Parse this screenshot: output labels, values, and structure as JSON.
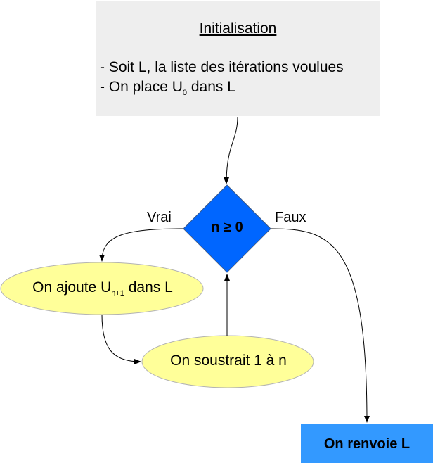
{
  "init": {
    "title": "Initialisation",
    "line1": "- Soit L, la liste des itérations voulues",
    "line2_prefix": "- On place U",
    "line2_sub": "0",
    "line2_suffix": " dans L"
  },
  "decision": {
    "label": "n ≥ 0",
    "true_label": "Vrai",
    "false_label": "Faux"
  },
  "step_add": {
    "prefix": "On ajoute U",
    "sub": "n+1",
    "suffix": " dans L"
  },
  "step_subtract": {
    "label": "On soustrait 1 à n"
  },
  "end": {
    "label": "On renvoie L"
  },
  "colors": {
    "init_fill": "#eeeeee",
    "diamond_fill": "#0066ff",
    "ellipse_fill": "#ffff99",
    "end_fill": "#3399ff",
    "stroke": "#000000"
  }
}
